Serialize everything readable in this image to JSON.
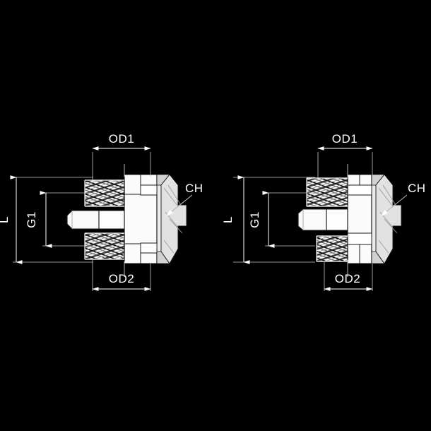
{
  "drawing": {
    "title": "Hydraulic fitting cross-section drawings",
    "background_color": "#000000",
    "line_color": "#ffffff",
    "body_fill_color": "#f2f2f2",
    "shadow_fill_color": "#d8d8d8",
    "thread_fill_color": "#c8c8c8"
  },
  "views": [
    {
      "id": "left-view",
      "name": "straight-fitting-view",
      "labels": {
        "od1": "OD1",
        "od2": "OD2",
        "ch": "CH",
        "overall_length": "L",
        "thread_size": "G1"
      }
    },
    {
      "id": "right-view",
      "name": "offset-fitting-view",
      "labels": {
        "od1": "OD1",
        "od2": "OD2",
        "ch": "CH",
        "overall_length": "L",
        "thread_size": "G1"
      }
    }
  ]
}
